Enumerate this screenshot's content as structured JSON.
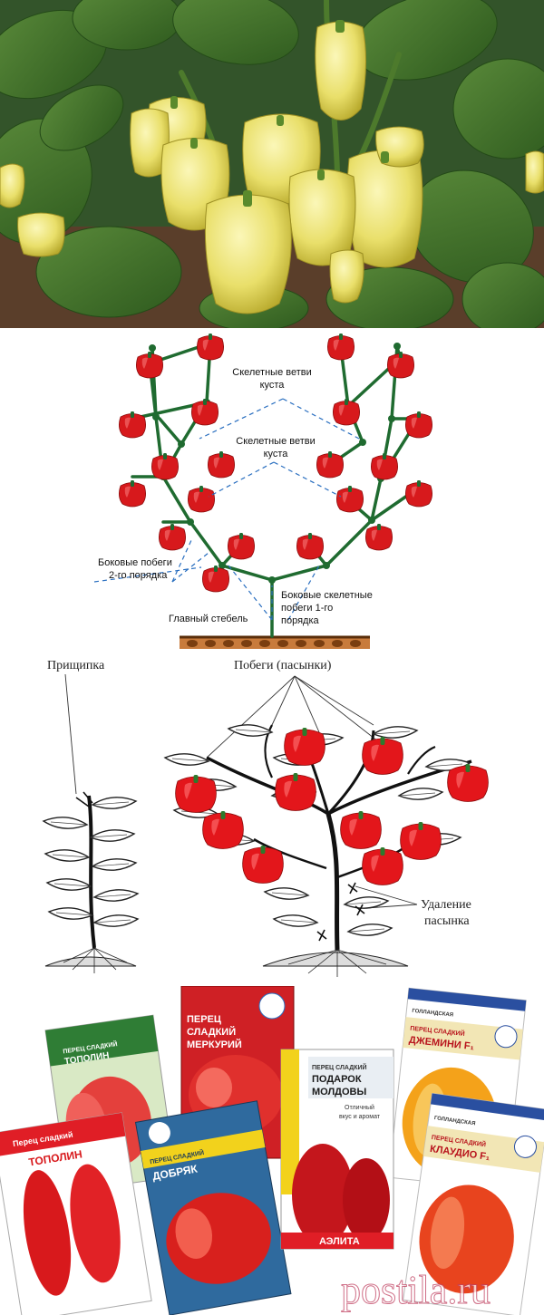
{
  "diagram1": {
    "labels": {
      "skeletal_top_line1": "Скелетные ветви",
      "skeletal_top_line2": "куста",
      "skeletal_mid_line1": "Скелетные ветви",
      "skeletal_mid_line2": "куста",
      "side_2nd_line1": "Боковые побеги",
      "side_2nd_line2": "2-го порядка",
      "side_1st_line1": "Боковые скелетные",
      "side_1st_line2": "побеги 1-го",
      "side_1st_line3": "порядка",
      "main_stem": "Главный стебель"
    },
    "colors": {
      "pepper": "#d7191c",
      "stem": "#1f6b30",
      "soil": "#8b4a14",
      "guide": "#2a6fc0"
    }
  },
  "diagram2": {
    "labels": {
      "pinching": "Прищипка",
      "shoots": "Побеги (пасынки)",
      "removal_line1": "Удаление",
      "removal_line2": "пасынка"
    }
  },
  "packets": {
    "items": [
      {
        "line1": "ПЕРЕЦ СЛАДКИЙ",
        "line2": "ТОПОЛИН"
      },
      {
        "line1": "Перец сладкий",
        "line2": "ТОПОЛИН"
      },
      {
        "line1": "ПЕРЕЦ",
        "line2": "СЛАДКИЙ",
        "line3": "МЕРКУРИЙ"
      },
      {
        "line1": "ПЕРЕЦ СЛАДКИЙ",
        "line2": "ДОБРЯК"
      },
      {
        "line1": "ПЕРЕЦ СЛАДКИЙ",
        "line2": "ПОДАРОК",
        "line3": "МОЛДОВЫ",
        "note1": "Отличный",
        "note2": "вкус и аромат",
        "brand": "АЭЛИТА"
      },
      {
        "line1": "ПЕРЕЦ СЛАДКИЙ",
        "line2": "ДЖЕМИНИ F₁",
        "origin": "ГОЛЛАНДСКАЯ"
      },
      {
        "line1": "ПЕРЕЦ СЛАДКИЙ",
        "line2": "КЛАУДИО F₁",
        "origin": "ГОЛЛАНДСКАЯ"
      }
    ],
    "watermark": "postila.ru"
  }
}
